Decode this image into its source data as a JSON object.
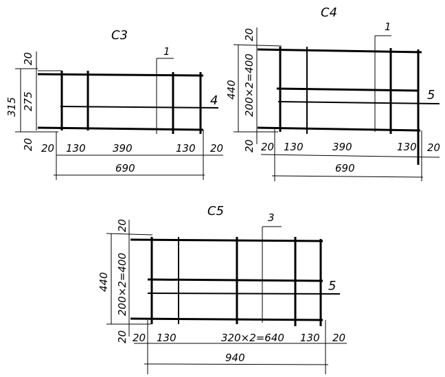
{
  "panels": {
    "c3": {
      "title": "C3",
      "callout_top": "1",
      "callout_side": "4",
      "height_total": "315",
      "height_inner": "275",
      "top_gap": "20",
      "bottom_gap": "20",
      "dims": [
        "20",
        "130",
        "390",
        "130",
        "20"
      ],
      "overall": "690"
    },
    "c4": {
      "title": "C4",
      "callout_top": "1",
      "callout_side": "5",
      "height_total": "440",
      "height_inner": "200×2=400",
      "top_gap": "20",
      "bottom_gap": "20",
      "dims": [
        "20",
        "130",
        "390",
        "130",
        "20"
      ],
      "overall": "690"
    },
    "c5": {
      "title": "C5",
      "callout_top": "3",
      "callout_side": "5",
      "height_total": "440",
      "height_inner": "200×2=400",
      "top_gap": "20",
      "bottom_gap": "20",
      "dims": [
        "20",
        "130",
        "320×2=640",
        "130",
        "20"
      ],
      "overall": "940"
    }
  }
}
